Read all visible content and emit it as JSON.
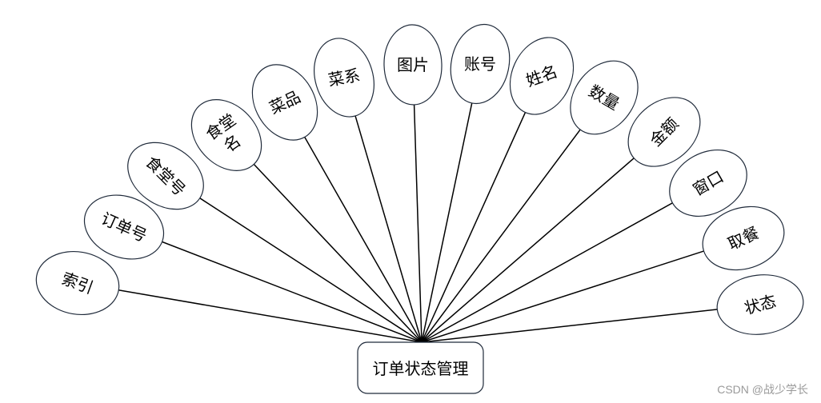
{
  "entity": {
    "label": "订单状态管理"
  },
  "attributes": [
    {
      "lines": [
        "索引"
      ]
    },
    {
      "lines": [
        "订单号"
      ]
    },
    {
      "lines": [
        "食堂号"
      ]
    },
    {
      "lines": [
        "食堂",
        "名"
      ]
    },
    {
      "lines": [
        "菜品"
      ]
    },
    {
      "lines": [
        "菜系"
      ]
    },
    {
      "lines": [
        "图片"
      ]
    },
    {
      "lines": [
        "账号"
      ]
    },
    {
      "lines": [
        "姓名"
      ]
    },
    {
      "lines": [
        "数量"
      ]
    },
    {
      "lines": [
        "金额"
      ]
    },
    {
      "lines": [
        "窗口"
      ]
    },
    {
      "lines": [
        "取餐"
      ]
    },
    {
      "lines": [
        "状态"
      ]
    }
  ],
  "watermark": "CSDN @战少学长",
  "colors": {
    "stroke": "#000000",
    "background": "#ffffff",
    "watermark": "#9a9a9a"
  }
}
